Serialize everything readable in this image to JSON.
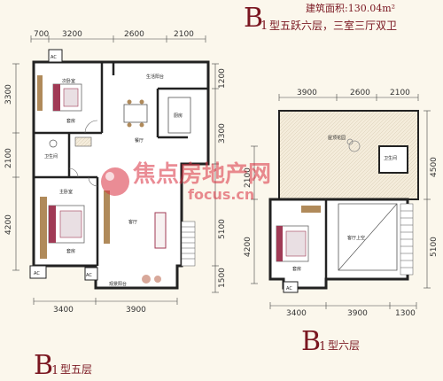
{
  "header": {
    "area_label": "建筑面积:130.04m²",
    "type_letter": "B",
    "type_sub": "1",
    "type_desc": "型五跃六层，三室三厅双卫"
  },
  "plan_left": {
    "caption_letter": "B",
    "caption_sub": "1",
    "caption_text": "型五层",
    "top_dims": [
      "700",
      "3200",
      "2600",
      "2100"
    ],
    "bottom_dims": [
      "3400",
      "3900"
    ],
    "left_dims": [
      "3300",
      "2100",
      "4200"
    ],
    "right_dims": [
      "1200",
      "3300",
      "5100",
      "1500"
    ],
    "rooms": {
      "ac_top": "AC",
      "ac_bl": "AC",
      "ac_br": "AC",
      "bedroom_2": "次卧室",
      "bed_2_label": "套房",
      "living_balcony": "生活阳台",
      "kitchen": "厨房",
      "dining": "餐厅",
      "bath": "卫生间",
      "master_bed": "主卧室",
      "master_bed_label": "套房",
      "living": "客厅",
      "view_balcony": "观景阳台"
    }
  },
  "plan_right": {
    "caption_letter": "B",
    "caption_sub": "1",
    "caption_text": "型六层",
    "top_dims": [
      "3900",
      "2600",
      "2100"
    ],
    "bottom_dims": [
      "3400",
      "3900",
      "1300"
    ],
    "left_dims": [
      "2100",
      "4200"
    ],
    "right_dims": [
      "4500",
      "5100"
    ],
    "rooms": {
      "roof_garden": "屋顶花园",
      "bath": "卫生间",
      "bedroom": "套房",
      "living_void": "客厅上空",
      "ac": "AC"
    }
  },
  "watermark": {
    "main": "焦点房地产网",
    "sub": "focus.cn"
  },
  "colors": {
    "wall": "#222222",
    "floor": "#ffffff",
    "hatch": "#efe6d4",
    "header_red": "#7a1620",
    "bed_rose": "#a03a55",
    "wood": "#b08a5a",
    "watermark_red": "#d93040"
  }
}
